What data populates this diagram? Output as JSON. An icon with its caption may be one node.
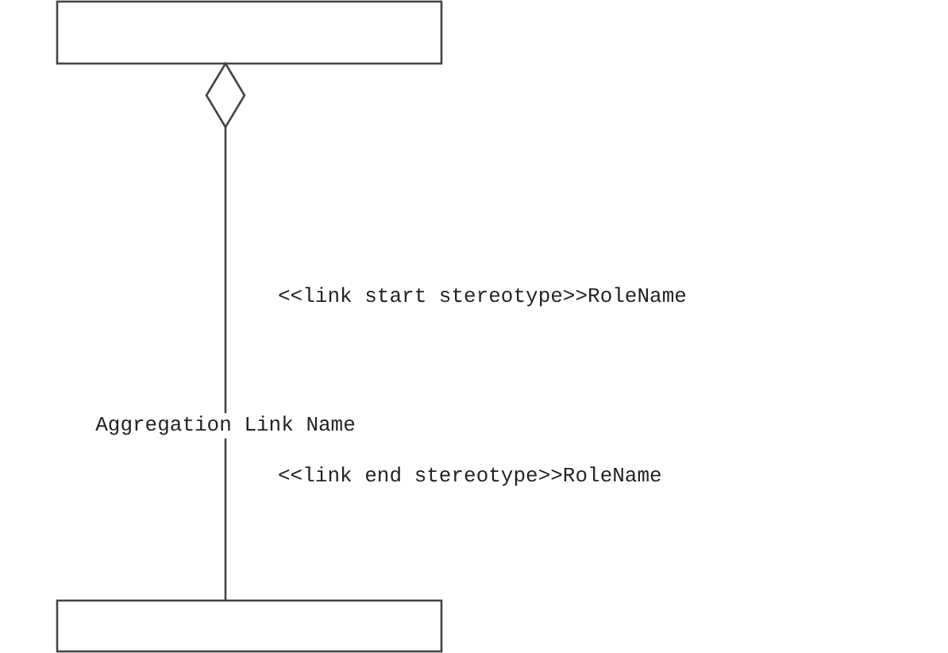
{
  "diagram": {
    "nodes": [
      {
        "text": [],
        "shape": "box"
      },
      {
        "text": [],
        "shape": "box"
      }
    ],
    "edges": [
      {
        "from": 0,
        "to": 1,
        "arrow": "other",
        "label": "Aggregation Link Name"
      }
    ],
    "labels": [
      "<<link start stereotype>>RoleName",
      "<<link end stereotype>>RoleName"
    ]
  }
}
